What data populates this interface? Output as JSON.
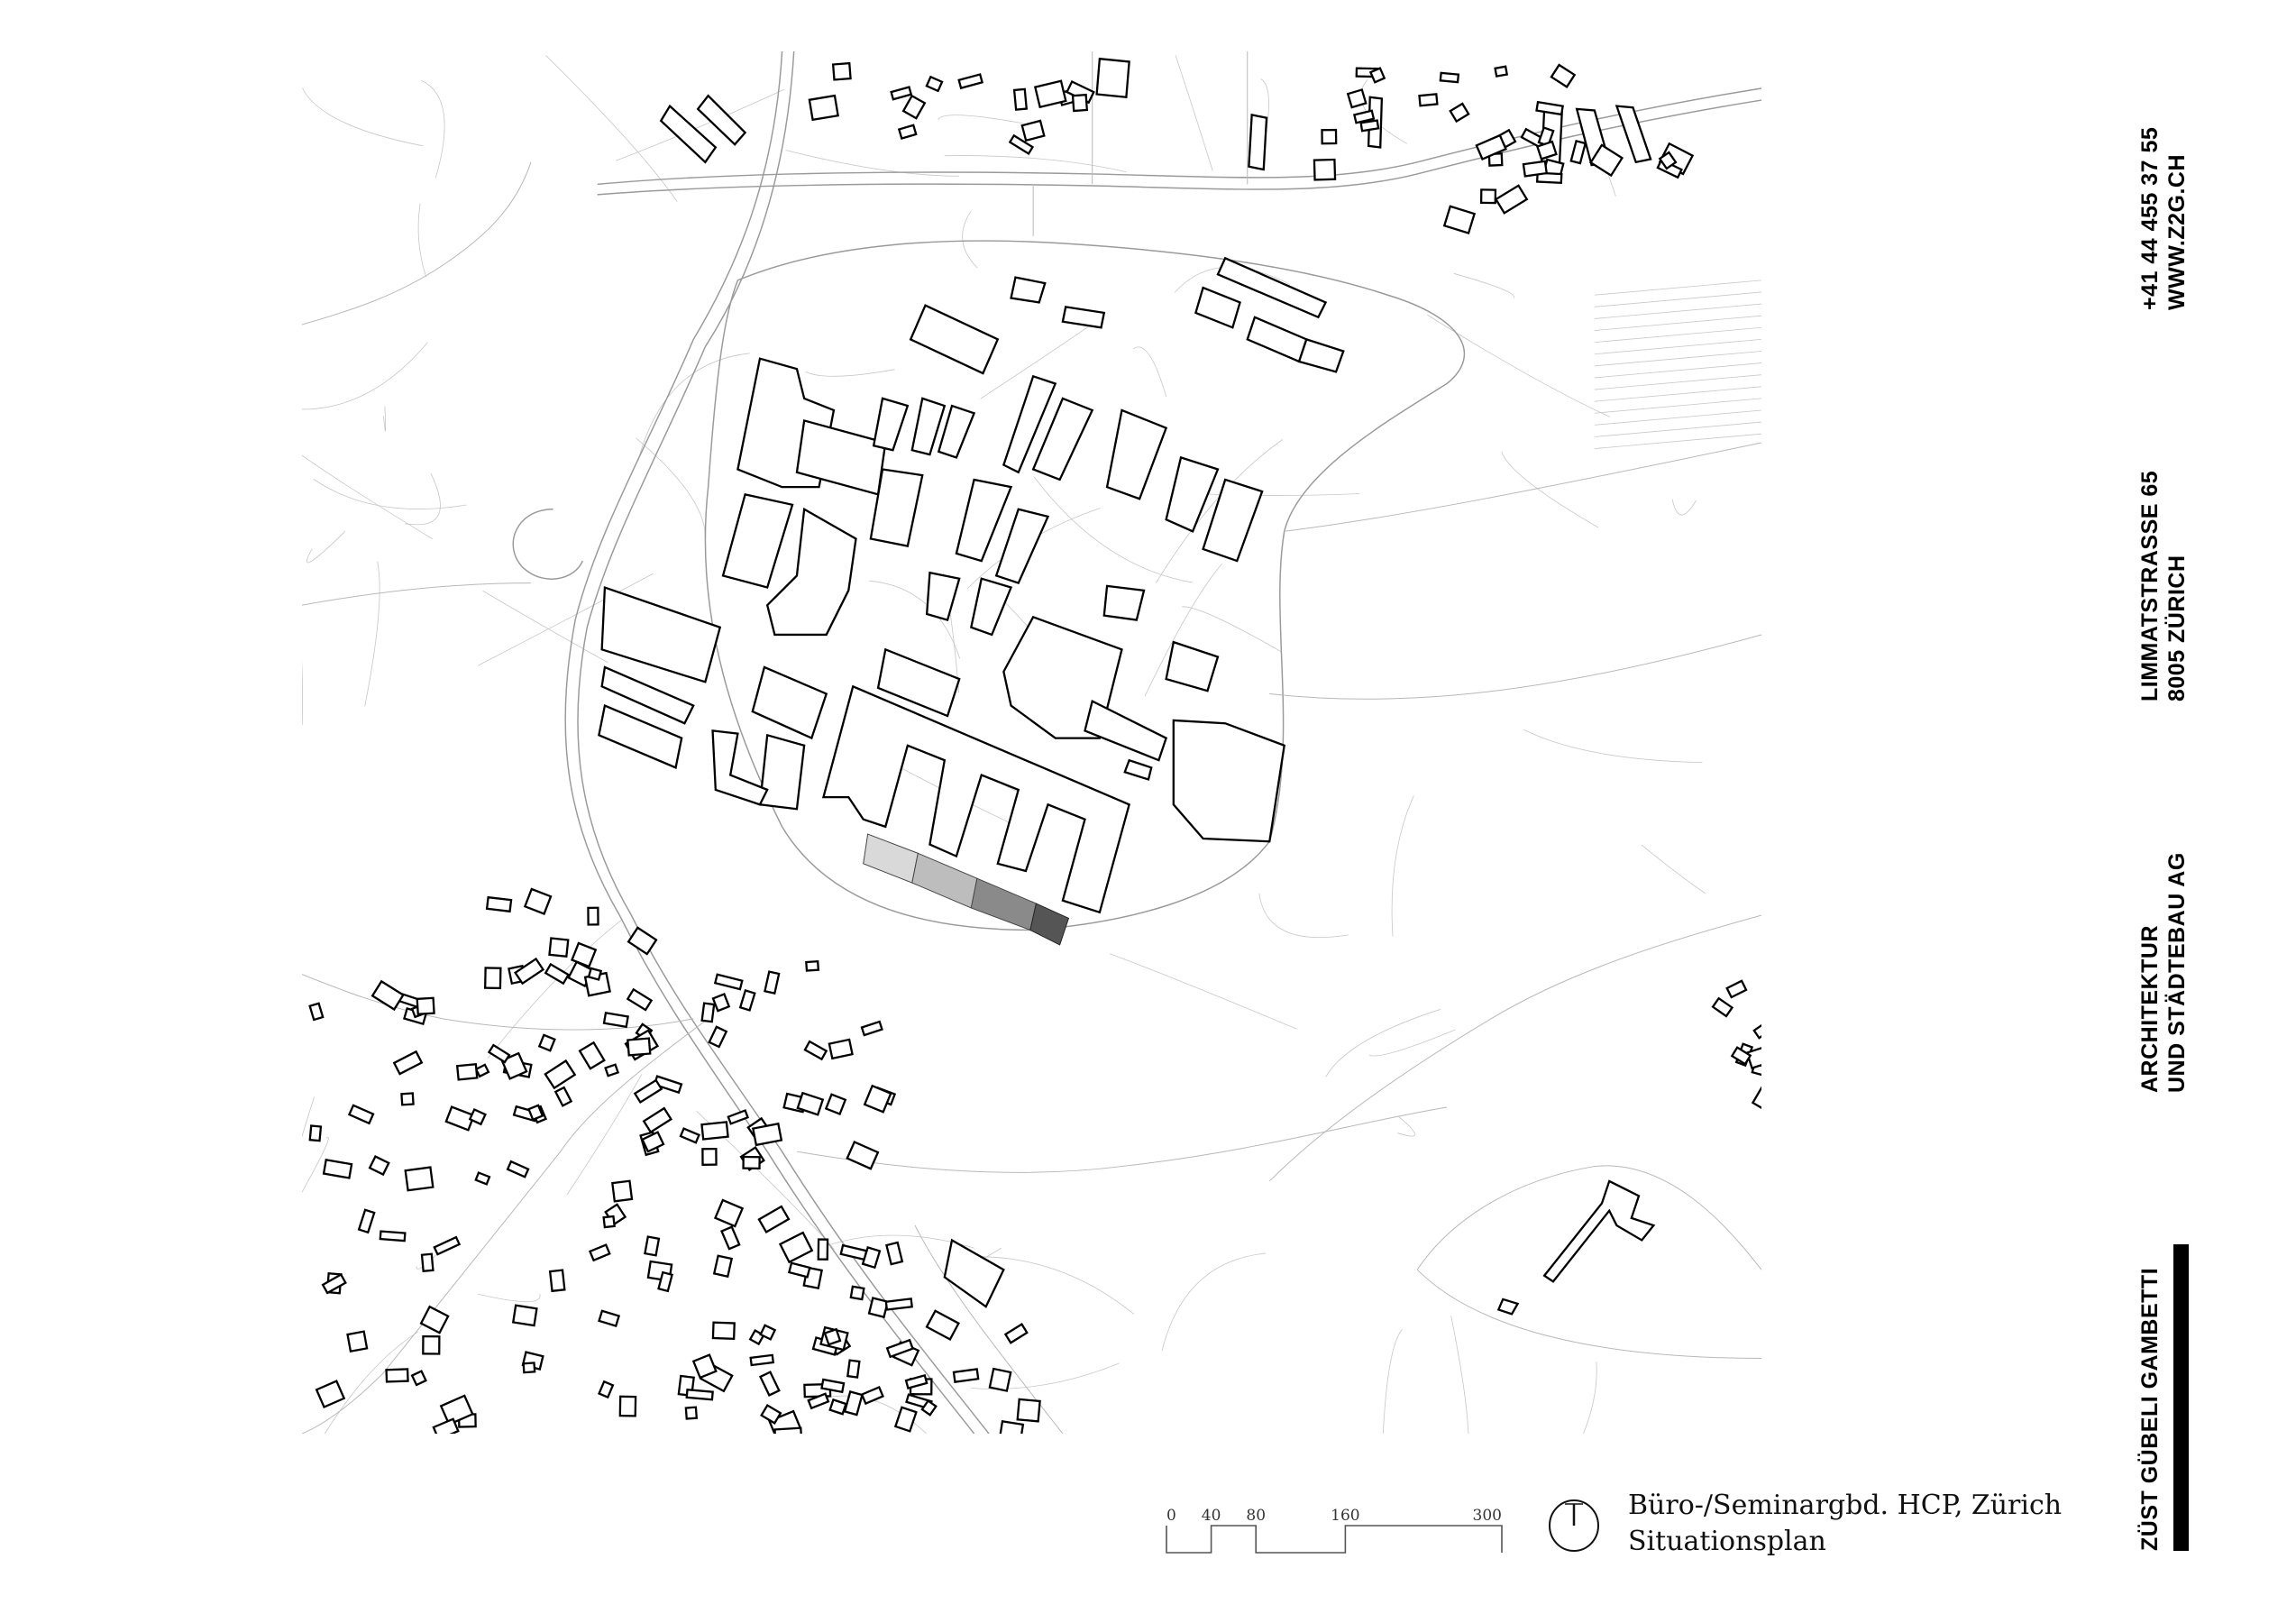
{
  "plan": {
    "title": "Büro-/Seminargbd. HCP, Zürich",
    "subtitle": "Situationsplan",
    "scale_bar": {
      "labels": [
        "0",
        "40",
        "80",
        "160",
        "300"
      ],
      "values": [
        0,
        40,
        80,
        160,
        300
      ]
    },
    "north_arrow_icon": "north-arrow-icon",
    "project_highlight_colors": [
      "#d9d9d9",
      "#bdbdbd",
      "#8a8a8a",
      "#555555"
    ]
  },
  "firm": {
    "contact": {
      "phone": "+41 44 455 37 55",
      "web": "WWW.Z2G.CH"
    },
    "address": {
      "street": "LIMMATSTRASSE 65",
      "city": "8005 ZÜRICH"
    },
    "profession": {
      "line1": "ARCHITEKTUR",
      "line2": "UND STÄDTEBAU AG"
    },
    "name": "ZÜST GÜBELI GAMBETTI"
  }
}
